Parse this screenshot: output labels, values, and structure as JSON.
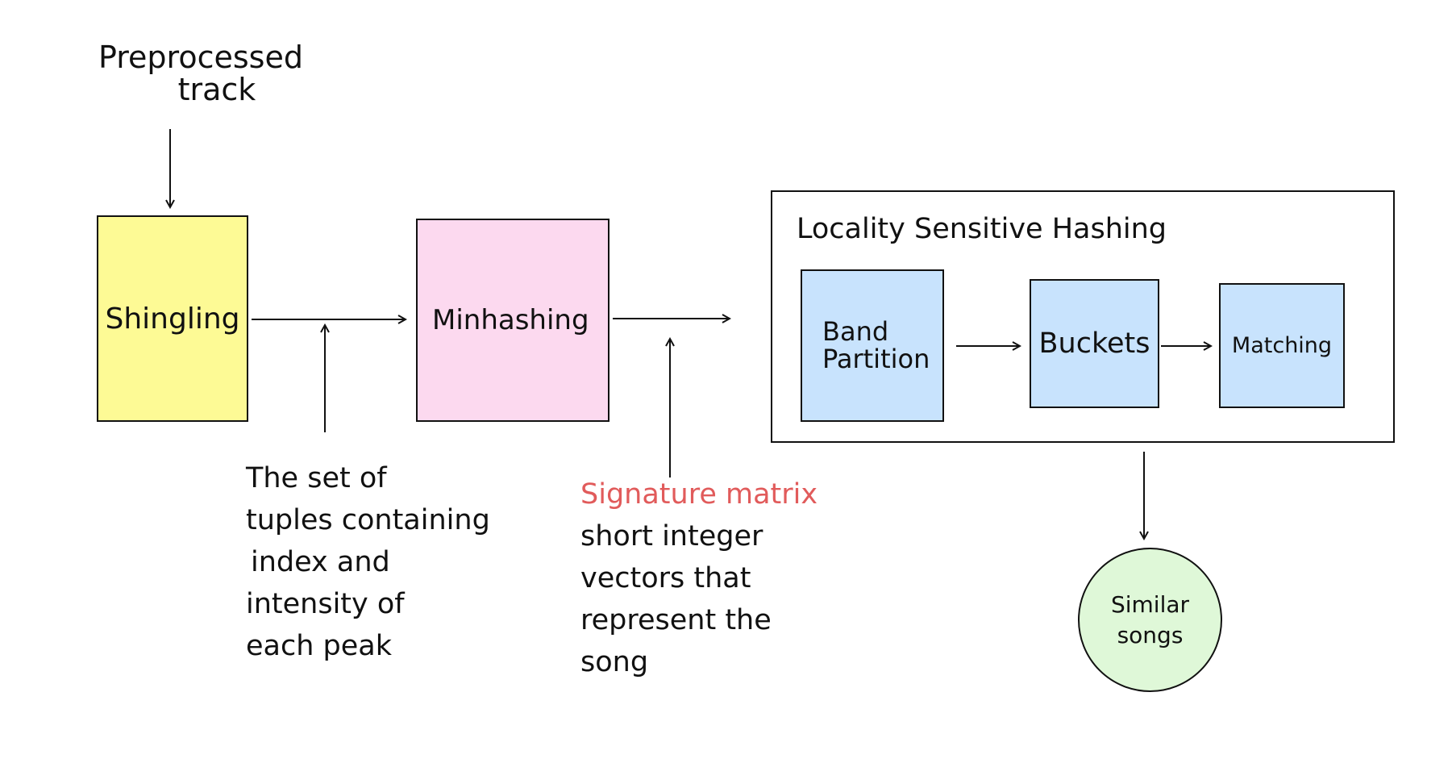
{
  "input": {
    "line1": "Preprocessed",
    "line2": "track"
  },
  "shingling": {
    "label": "Shingling",
    "color": "#fdfa95"
  },
  "minhashing": {
    "label": "Minhashing",
    "color": "#fcd9ef"
  },
  "shingles_note": {
    "lines": [
      "The set of",
      "tuples  containing",
      "index and",
      "intensity of",
      "each peak"
    ]
  },
  "signature_note": {
    "title": "Signature  matrix",
    "title_color": "#e15b5b",
    "lines": [
      "short integer",
      "vectors that",
      "represent the",
      "song"
    ]
  },
  "lsh": {
    "title": "Locality  Sensitive  Hashing",
    "band_partition": {
      "line1": "Band",
      "line2": "Partition"
    },
    "buckets": "Buckets",
    "matching": "Matching",
    "color": "#c8e3fd"
  },
  "output": {
    "line1": "Similar",
    "line2": "songs",
    "color": "#dff8d8"
  }
}
